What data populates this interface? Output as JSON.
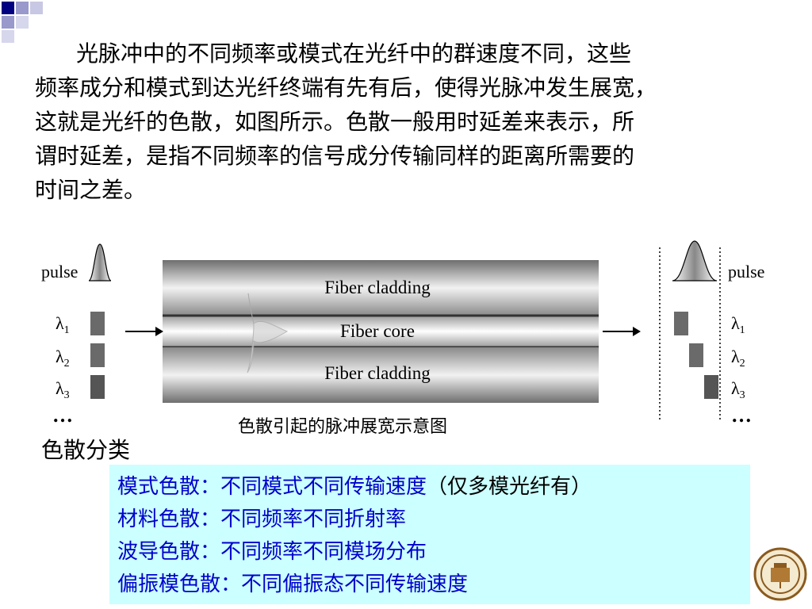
{
  "paragraph": {
    "lines": [
      "光脉冲中的不同频率或模式在光纤中的群速度不同，这些",
      "频率成分和模式到达光纤终端有先有后，使得光脉冲发生展宽，",
      "这就是光纤的色散，如图所示。色散一般用时延差来表示，所",
      "谓时延差，是指不同频率的信号成分传输同样的距离所需要的",
      "时间之差。"
    ]
  },
  "figure": {
    "pulse_label_left": "pulse",
    "pulse_label_right": "pulse",
    "cladding_top": "Fiber cladding",
    "core": "Fiber core",
    "cladding_bottom": "Fiber cladding",
    "wavelengths_left": [
      "1",
      "2",
      "3"
    ],
    "wavelengths_right": [
      "1",
      "2",
      "3"
    ],
    "lambda_symbol": "λ",
    "ellipsis_left": "…",
    "ellipsis_right": "…",
    "caption": "色散引起的脉冲展宽示意图"
  },
  "section_title": "色散分类",
  "classification": [
    {
      "name": "模式色散：",
      "desc": "不同模式不同传输速度",
      "note": "（仅多模光纤有）"
    },
    {
      "name": "材料色散：",
      "desc": "不同频率不同折射率",
      "note": ""
    },
    {
      "name": "波导色散：",
      "desc": "不同频率不同模场分布",
      "note": ""
    },
    {
      "name": "偏振模色散：",
      "desc": "不同偏振态不同传输速度",
      "note": ""
    }
  ],
  "colors": {
    "box_background": "#ccffff",
    "item_text": "#0000cc",
    "deco_blue": "#000080",
    "deco_light": "#9999cc"
  },
  "icons": {
    "logo": "university-seal-logo"
  }
}
